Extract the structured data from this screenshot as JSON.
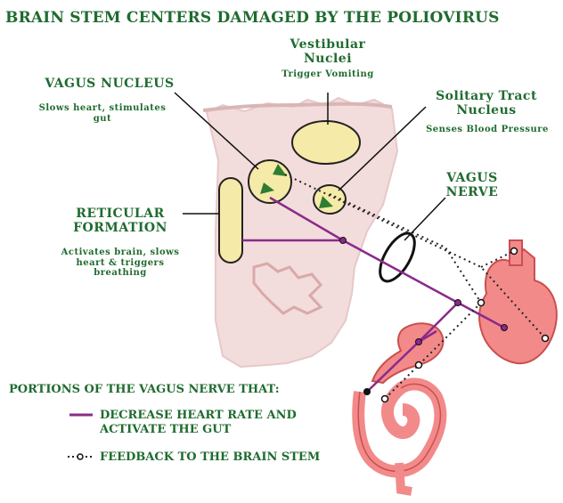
{
  "title": "Brain stem centers damaged by the poliovirus",
  "labels": {
    "vestibular": {
      "name": "Vestibular Nuclei",
      "function": "Trigger Vomiting"
    },
    "vagus_nucleus": {
      "name": "Vagus NUCLEUS",
      "function": "Slows heart, stimulates gut"
    },
    "solitary": {
      "name": "Solitary Tract Nucleus",
      "function": "Senses Blood Pressure"
    },
    "vagus_nerve": {
      "name": "Vagus Nerve"
    },
    "reticular": {
      "name": "Reticular Formation",
      "function": "Activates brain, slows heart & triggers breathing"
    }
  },
  "legend": {
    "heading": "Portions of the vagus nerve that:",
    "items": [
      {
        "text": "Decrease heart rate and activate the gut",
        "style": "solid",
        "color": "#8a2a8a"
      },
      {
        "text": "Feedback to the brain stem",
        "style": "dotted",
        "color": "#222222"
      }
    ]
  },
  "colors": {
    "text": "#1f6b2f",
    "nucleus_fill": "#f6eaa8",
    "brainstem_fill": "#f3dcdc",
    "organ_fill": "#f28a8a",
    "motor_line": "#8a2a8a"
  }
}
